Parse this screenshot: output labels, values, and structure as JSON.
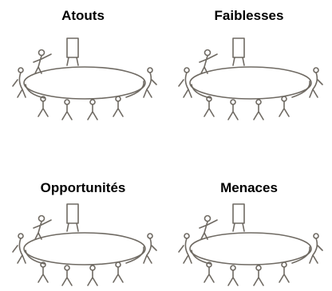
{
  "quadrants": [
    {
      "title": "Atouts"
    },
    {
      "title": "Faiblesses"
    },
    {
      "title": "Opportunités"
    },
    {
      "title": "Menaces"
    }
  ],
  "illustration": {
    "icon": "meeting-table-sketch-icon",
    "ink_color": "#6f6a63"
  }
}
